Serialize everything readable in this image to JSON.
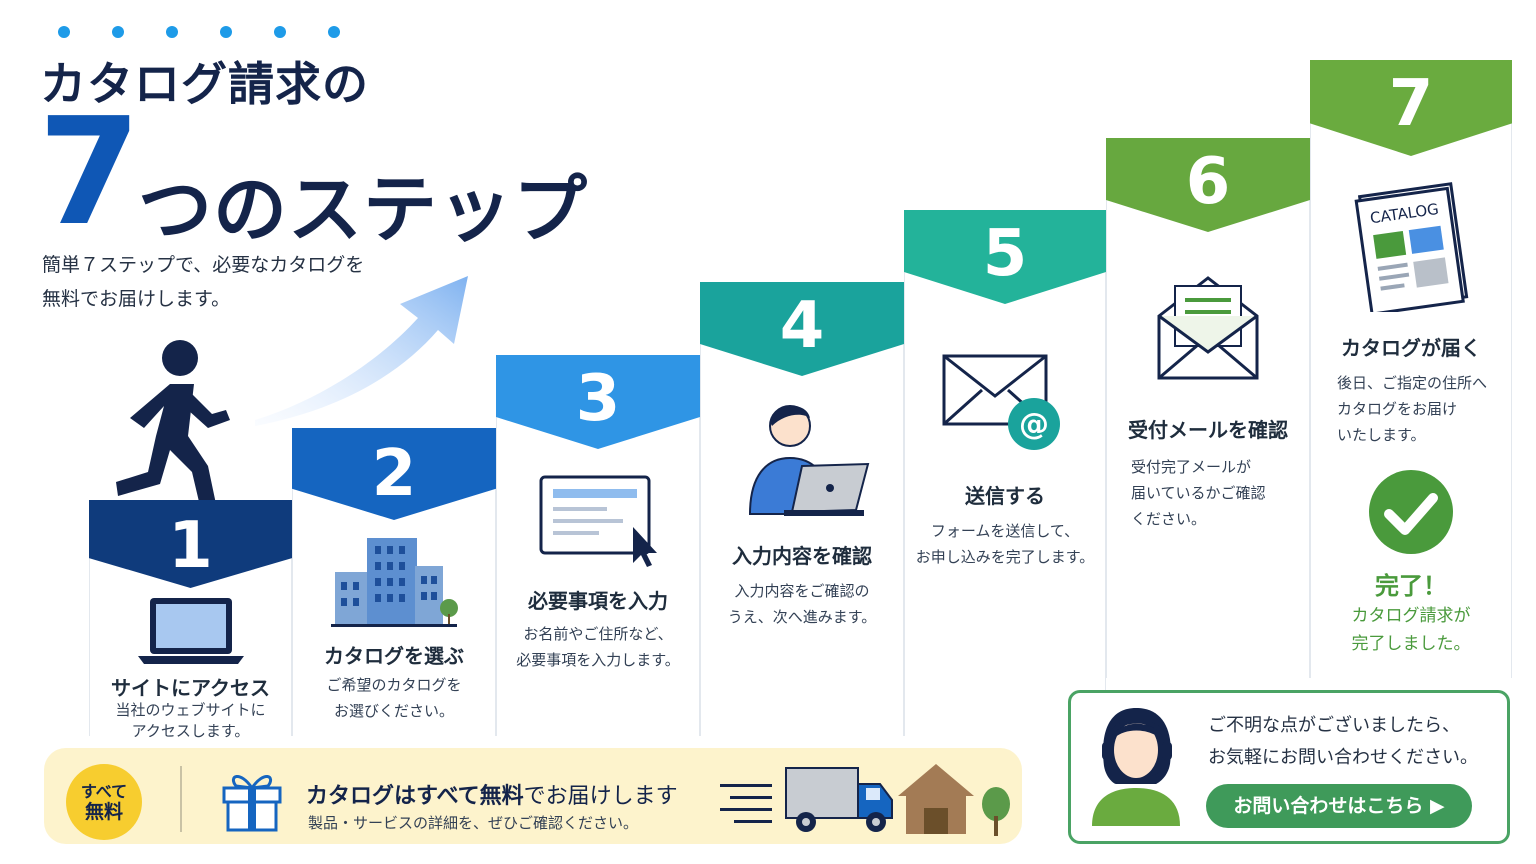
{
  "header": {
    "title_line1": "カタログ請求の",
    "title_number": "7",
    "title_line2": "つのステップ",
    "lead": [
      "簡単７ステップで、必要なカタログを",
      "無料でお届けします。"
    ]
  },
  "colors": {
    "step1": "#0f3b7c",
    "step2": "#1565c0",
    "step3": "#2f95e5",
    "step4": "#1aa39c",
    "step5": "#23b39a",
    "step6": "#67a83f",
    "step7": "#6aab3f",
    "complete_green": "#4a9a3c",
    "badge_yellow": "#f7cd2f"
  },
  "steps": [
    {
      "number": "1",
      "title": "サイトにアクセス",
      "desc": [
        "当社のウェブサイトに",
        "アクセスします。"
      ],
      "icon": "laptop-icon"
    },
    {
      "number": "2",
      "title": "カタログを選ぶ",
      "desc": [
        "ご希望のカタログを",
        "お選びください。"
      ],
      "icon": "building-icon"
    },
    {
      "number": "3",
      "title": "必要事項を入力",
      "desc": [
        "お名前やご住所など、",
        "必要事項を入力します。"
      ],
      "icon": "form-cursor-icon"
    },
    {
      "number": "4",
      "title": "入力内容を確認",
      "desc": [
        "入力内容をご確認の",
        "うえ、次へ進みます。"
      ],
      "icon": "person-laptop-icon"
    },
    {
      "number": "5",
      "title": "送信する",
      "desc": [
        "フォームを送信して、",
        "お申し込みを完了します。"
      ],
      "icon": "email-at-icon"
    },
    {
      "number": "6",
      "title": "受付メールを確認",
      "desc": [
        "受付完了メールが",
        "届いているかご確認",
        "ください。"
      ],
      "icon": "open-envelope-icon"
    },
    {
      "number": "7",
      "title": "カタログが届く",
      "desc": [
        "後日、ご指定の住所へ",
        "カタログをお届け",
        "いたします。"
      ],
      "icon": "catalog-icon",
      "catalog_label": "CATALOG"
    }
  ],
  "complete": {
    "title": "完了！",
    "desc": [
      "カタログ請求が",
      "完了しました。"
    ]
  },
  "bottom_bar": {
    "badge": [
      "すべて",
      "無料"
    ],
    "main_bold": "カタログはすべて無料",
    "main_rest": "でお届けします",
    "sub": "製品・サービスの詳細を、ぜひご確認ください。"
  },
  "contact": {
    "text": [
      "ご不明な点がございましたら、",
      "お気軽にお問い合わせください。"
    ],
    "button": "お問い合わせはこちら ▶"
  }
}
